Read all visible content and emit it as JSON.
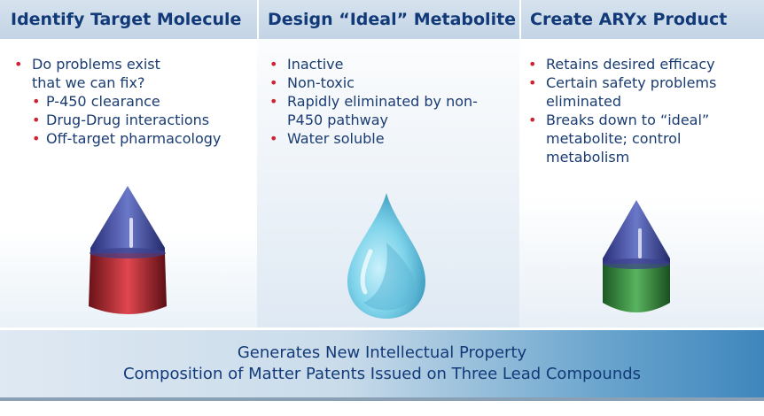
{
  "columns": [
    {
      "title": "Identify Target Molecule",
      "bullets": [
        {
          "text": "Do problems exist",
          "text2": "that we can fix?",
          "sub": [
            "P-450 clearance",
            "Drug-Drug interactions",
            "Off-target pharmacology"
          ]
        }
      ],
      "image": "blue-red-cone-drop"
    },
    {
      "title": "Design “Ideal” Metabolite",
      "bullets": [
        "Inactive",
        "Non-toxic",
        "Rapidly eliminated by non-P450 pathway",
        "Water soluble"
      ],
      "image": "water-drop"
    },
    {
      "title": "Create ARYx Product",
      "bullets": [
        "Retains desired efficacy",
        "Certain safety problems eliminated",
        "Breaks down to “ideal” metabolite; control metabolism"
      ],
      "image": "blue-green-cone-drop"
    }
  ],
  "banner": {
    "line1": "Generates New Intellectual Property",
    "line2": "Composition of Matter Patents Issued on Three Lead Compounds"
  },
  "colors": {
    "heading": "#123a78",
    "bullet": "#d1202f",
    "body_text": "#1a3c72"
  }
}
